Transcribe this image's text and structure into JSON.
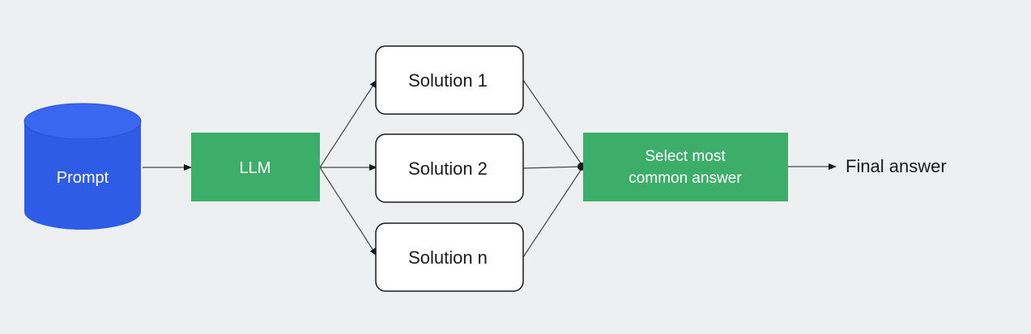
{
  "nodes": {
    "prompt": "Prompt",
    "llm": "LLM",
    "solutions": [
      "Solution 1",
      "Solution 2",
      "Solution n"
    ],
    "select_line1": "Select most",
    "select_line2": "common answer",
    "final": "Final answer"
  },
  "colors": {
    "background": "#eeeff1",
    "prompt_fill": "#2f5ce6",
    "llm_fill": "#3dae6a",
    "select_fill": "#3dae6a",
    "solution_border": "#1a1a1a",
    "edge": "#444444"
  },
  "icons": {
    "prompt": "database-cylinder-icon"
  }
}
